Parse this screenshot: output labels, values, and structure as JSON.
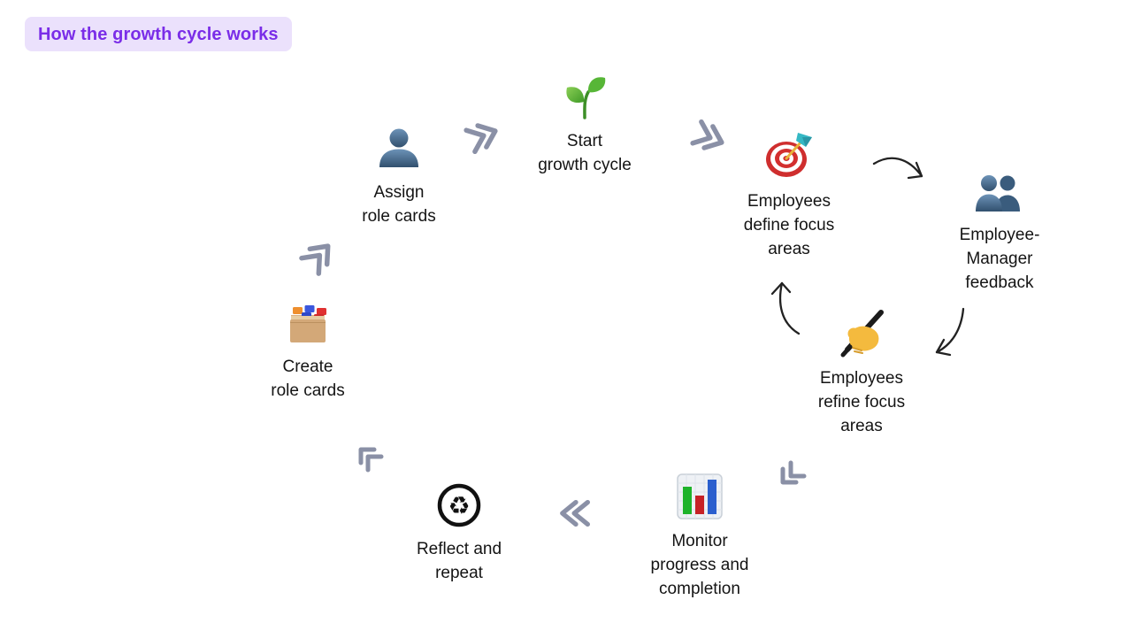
{
  "page": {
    "title_badge": "How the growth cycle works"
  },
  "colors": {
    "background": "#ffffff",
    "badge_bg": "#ebe1fc",
    "badge_text": "#7a2de8",
    "label_text": "#141414",
    "chevron_gray": "#8a90a6",
    "sketch_arrow": "#222222"
  },
  "steps": [
    {
      "name": "create-role-cards",
      "label": "Create\nrole cards",
      "icon": "card-index-box-icon"
    },
    {
      "name": "assign-role-cards",
      "label": "Assign\nrole cards",
      "icon": "person-icon"
    },
    {
      "name": "start-growth-cycle",
      "label": "Start\ngrowth cycle",
      "icon": "seedling-icon"
    },
    {
      "name": "employees-define-focus-areas",
      "label": "Employees\ndefine focus\nareas",
      "icon": "target-dart-icon"
    },
    {
      "name": "employee-manager-feedback",
      "label": "Employee-\nManager\nfeedback",
      "icon": "two-people-icon"
    },
    {
      "name": "employees-refine-focus-areas",
      "label": "Employees\nrefine focus\nareas",
      "icon": "writing-hand-icon"
    },
    {
      "name": "monitor-progress-completion",
      "label": "Monitor\nprogress and\ncompletion",
      "icon": "bar-chart-icon"
    },
    {
      "name": "reflect-and-repeat",
      "label": "Reflect and\nrepeat",
      "icon": "recycle-icon"
    }
  ],
  "arrows": [
    {
      "name": "arrow-create-to-assign",
      "type": "double-chevron"
    },
    {
      "name": "arrow-assign-to-start",
      "type": "double-chevron"
    },
    {
      "name": "arrow-start-to-define",
      "type": "double-chevron"
    },
    {
      "name": "arrow-define-to-feedback",
      "type": "curved-sketch"
    },
    {
      "name": "arrow-feedback-to-refine",
      "type": "curved-sketch"
    },
    {
      "name": "arrow-refine-to-define",
      "type": "curved-sketch"
    },
    {
      "name": "arrow-refine-to-monitor",
      "type": "double-corner"
    },
    {
      "name": "arrow-monitor-to-reflect",
      "type": "double-chevron"
    },
    {
      "name": "arrow-reflect-to-create",
      "type": "double-corner"
    }
  ]
}
